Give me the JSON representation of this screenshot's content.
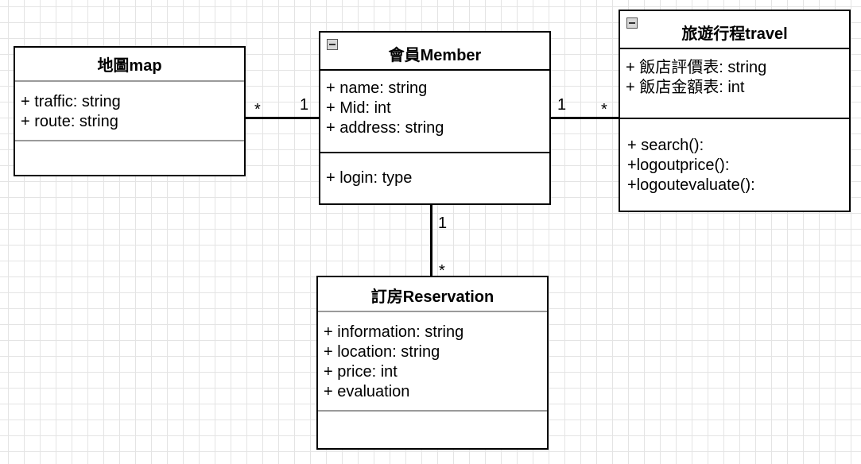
{
  "classes": {
    "map": {
      "title": "地圖map",
      "attributes": [
        "+ traffic: string",
        "+ route: string"
      ],
      "methods": []
    },
    "member": {
      "title": "會員Member",
      "attributes": [
        "+ name: string",
        "+ Mid: int",
        "+ address: string"
      ],
      "methods": [
        "+ login: type"
      ]
    },
    "travel": {
      "title": "旅遊行程travel",
      "attributes": [
        "+ 飯店評價表: string",
        "+ 飯店金額表: int"
      ],
      "methods": [
        "+ search():",
        "+logoutprice():",
        "+logoutevaluate():"
      ]
    },
    "reservation": {
      "title": "訂房Reservation",
      "attributes": [
        "+ information: string",
        "+ location: string",
        "+ price: int",
        "+ evaluation"
      ],
      "methods": []
    }
  },
  "associations": {
    "map_member": {
      "map_end": "*",
      "member_end": "1"
    },
    "member_travel": {
      "member_end": "1",
      "travel_end": "*"
    },
    "member_reservation": {
      "member_end": "1",
      "reservation_end": "*"
    }
  }
}
